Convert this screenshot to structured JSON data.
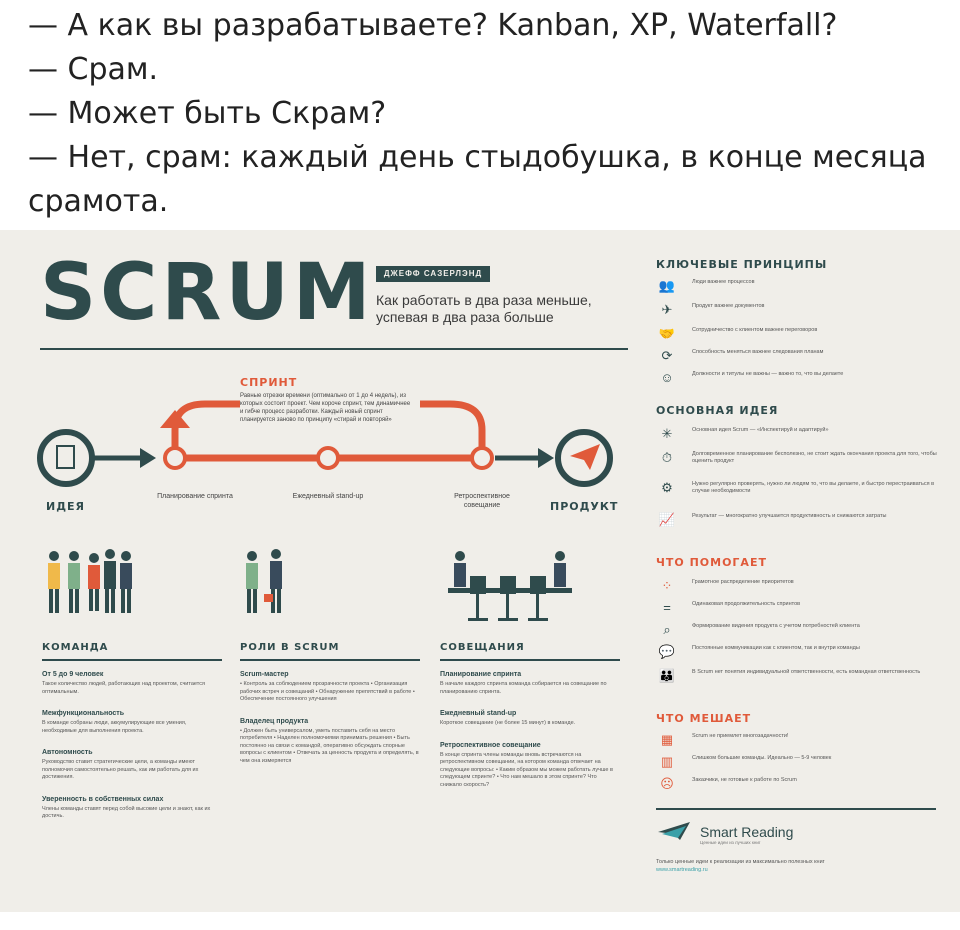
{
  "post": {
    "lines": [
      "— А как вы разрабатываете? Kanban, XP, Waterfall?",
      "— Срам.",
      "— Может быть Скрам?",
      "— Нет, срам: каждый день стыдобушка, в конце месяца",
      "срамота."
    ]
  },
  "poster": {
    "title": "SCRUM",
    "author": "ДЖЕФФ САЗЕРЛЭНД",
    "subtitle": "Как работать в два раза меньше, успевая в два раза больше",
    "sprint": {
      "heading": "СПРИНТ",
      "description": "Равные отрезки времени (оптимально от 1 до 4 недель), из которых состоит проект. Чем короче спринт, тем динамичнее и гибче процесс разработки. Каждый новый спринт планируется заново по принципу «стирай и повторяй»",
      "step_planning": "Планирование спринта",
      "step_standup": "Ежедневный stand-up",
      "step_retro": "Ретроспективное совещание",
      "idea_label": "ИДЕЯ",
      "product_label": "ПРОДУКТ"
    },
    "team": {
      "title": "КОМАНДА",
      "blocks": [
        {
          "h": "От 5 до 9 человек",
          "t": "Такое количество людей, работающих над проектом, считается оптимальным."
        },
        {
          "h": "Межфункциональность",
          "t": "В команде собраны люди, аккумулирующие все умения, необходимые для выполнения проекта."
        },
        {
          "h": "Автономность",
          "t": "Руководство ставит стратегические цели, а команды имеют полномочия самостоятельно решать, как им работать для их достижения."
        },
        {
          "h": "Уверенность в собственных силах",
          "t": "Члены команды ставят перед собой высокие цели и знают, как их достичь."
        }
      ]
    },
    "roles": {
      "title": "РОЛИ В SCRUM",
      "blocks": [
        {
          "h": "Scrum-мастер",
          "t": "• Контроль за соблюдением прозрачности проекта • Организация рабочих встреч и совещаний • Обнаружение препятствий в работе • Обеспечение постоянного улучшения"
        },
        {
          "h": "Владелец продукта",
          "t": "• Должен быть универсалом, уметь поставить себя на место потребителя • Наделен полномочиями принимать решения • Быть постоянно на связи с командой, оперативно обсуждать спорные вопросы с клиентом • Отвечать за ценность продукта и определять, в чем она измеряется"
        }
      ]
    },
    "meetings": {
      "title": "СОВЕЩАНИЯ",
      "blocks": [
        {
          "h": "Планирование спринта",
          "t": "В начале каждого спринта команда собирается на совещание по планированию спринта."
        },
        {
          "h": "Ежедневный stand-up",
          "t": "Короткое совещание (не более 15 минут) в команде."
        },
        {
          "h": "Ретроспективное совещание",
          "t": "В конце спринта члены команды вновь встречаются на ретроспективном совещании, на котором команда отвечает на следующие вопросы: • Каким образом мы можем работать лучше в следующем спринте? • Что нам мешало в этом спринте? Что снижало скорость?"
        }
      ]
    },
    "principles": {
      "title": "КЛЮЧЕВЫЕ ПРИНЦИПЫ",
      "items": [
        {
          "icon": "people-icon",
          "glyph": "👥",
          "text": "Люди важнее процессов"
        },
        {
          "icon": "plane-icon",
          "glyph": "✈",
          "text": "Продукт важнее документов"
        },
        {
          "icon": "handshake-icon",
          "glyph": "🤝",
          "text": "Сотрудничество с клиентом важнее переговоров"
        },
        {
          "icon": "refresh-icon",
          "glyph": "⟳",
          "text": "Способность меняться важнее следования планам"
        },
        {
          "icon": "head-icon",
          "glyph": "☺",
          "text": "Должности и титулы не важны — важно то, что вы делаете"
        }
      ]
    },
    "main_idea": {
      "title": "ОСНОВНАЯ ИДЕЯ",
      "items": [
        {
          "icon": "spark-icon",
          "glyph": "✳",
          "text": "Основная идея Scrum — «Инспектируй и адаптируй»"
        },
        {
          "icon": "stopwatch-icon",
          "glyph": "⏱",
          "text": "Долговременное планирование бесполезно, не стоит ждать окончания проекта для того, чтобы оценить продукт"
        },
        {
          "icon": "gears-icon",
          "glyph": "⚙",
          "text": "Нужно регулярно проверять, нужно ли людям то, что вы делаете, и быстро перестраиваться в случае необходимости"
        },
        {
          "icon": "growth-chart-icon",
          "glyph": "📈",
          "text": "Результат — многократно улучшается продуктивность и снижаются затраты"
        }
      ]
    },
    "helps": {
      "title": "ЧТО ПОМОГАЕТ",
      "items": [
        {
          "icon": "nodes-icon",
          "glyph": "⁘",
          "text": "Грамотное распределение приоритетов"
        },
        {
          "icon": "equal-icon",
          "glyph": "=",
          "text": "Одинаковая продолжительность спринтов"
        },
        {
          "icon": "magnifier-icon",
          "glyph": "⌕",
          "text": "Формирование видения продукта с учетом потребностей клиента"
        },
        {
          "icon": "chat-icon",
          "glyph": "💬",
          "text": "Постоянные коммуникации как с клиентом, так и внутри команды"
        },
        {
          "icon": "group-icon",
          "glyph": "👪",
          "text": "В Scrum нет понятия индивидуальной ответственности, есть командная ответственность"
        }
      ]
    },
    "hinders": {
      "title": "ЧТО МЕШАЕТ",
      "items": [
        {
          "icon": "multitask-icon",
          "glyph": "▦",
          "text": "Scrum не приемлет многозадачности!"
        },
        {
          "icon": "crowd-icon",
          "glyph": "▥",
          "text": "Слишком большие команды. Идеально — 5-9 человек"
        },
        {
          "icon": "face-icon",
          "glyph": "☹",
          "text": "Заказчики, не готовые к работе по Scrum"
        }
      ]
    },
    "brand": {
      "name": "Smart Reading",
      "tag": "Ценные идеи из лучших книг",
      "footer": "Только ценные идеи к реализации из максимально полезных книг",
      "url": "www.smartreading.ru"
    }
  },
  "colors": {
    "accent": "#e05a3a",
    "dark": "#2f4b4c",
    "poster_bg": "#f0eee9"
  }
}
